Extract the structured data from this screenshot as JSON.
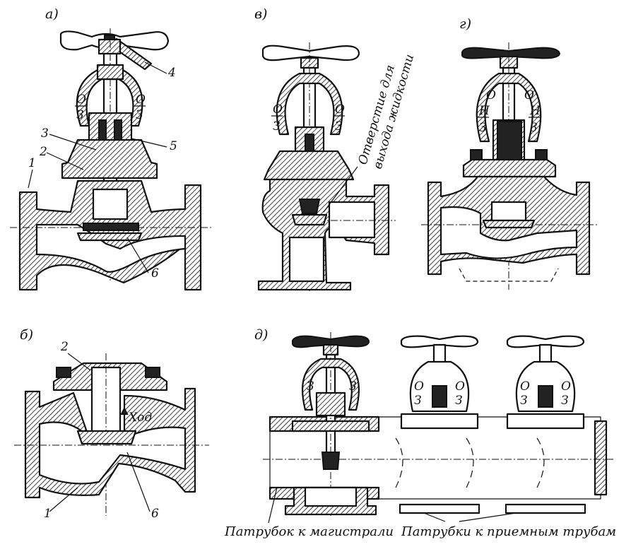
{
  "panels": {
    "a": "а)",
    "b": "б)",
    "v": "в)",
    "g": "г)",
    "d": "д)"
  },
  "part_numbers": {
    "n1": "1",
    "n2": "2",
    "n3": "3",
    "n4": "4",
    "n5": "5",
    "n6": "6"
  },
  "handwheel_marks": {
    "open": "О",
    "close": "З",
    "h": "Н"
  },
  "annotations": {
    "stroke": "Ход",
    "drain_hole_line1": "Отверстие для",
    "drain_hole_line2": "выхода жидкости",
    "main_branch": "Патрубок к магистрали",
    "intake_branches": "Патрубки к приемным трубам"
  }
}
